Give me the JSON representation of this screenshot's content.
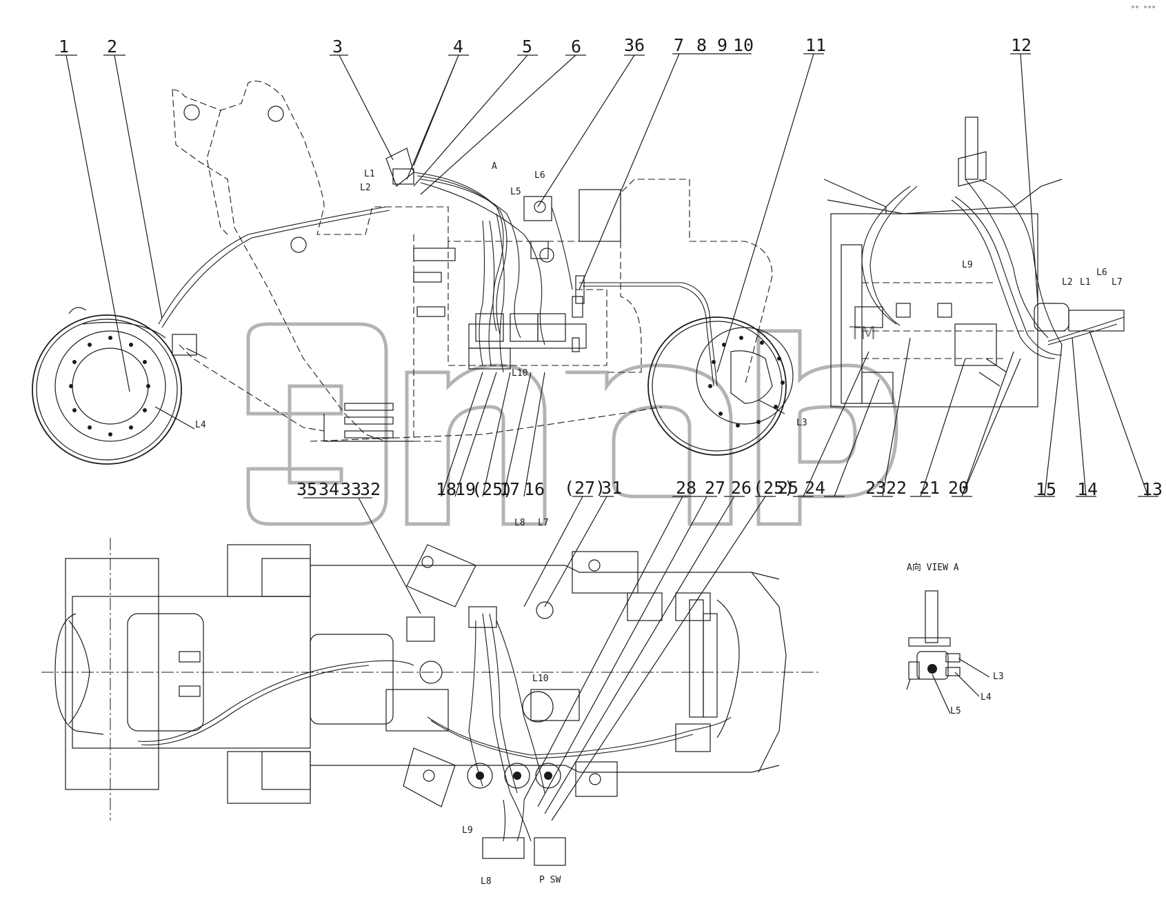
{
  "corner_mark": "°° °°°",
  "top_callouts": [
    "1",
    "2",
    "3",
    "4",
    "5",
    "6",
    "36",
    "7",
    "8",
    "9",
    "10",
    "11",
    "12"
  ],
  "bottom_callouts_left": [
    "35",
    "34",
    "33",
    "32"
  ],
  "mid_callouts": [
    "18",
    "19",
    "(25)",
    "17",
    "16",
    "(27)",
    "31",
    "28",
    "27",
    "26",
    "(25)",
    "25",
    "24",
    "23",
    "22",
    "21",
    "20",
    "15",
    "14",
    "13"
  ],
  "port_labels": {
    "L1": "L1",
    "L2": "L2",
    "L3": "L3",
    "L4": "L4",
    "L5": "L5",
    "L6": "L6",
    "L7": "L7",
    "L8": "L8",
    "L9": "L9",
    "L10": "L10",
    "A": "A",
    "PSW": "P SW",
    "L1r": "L1",
    "L2r": "L2",
    "L6r": "L6",
    "L7r": "L7",
    "L9r": "L9",
    "L10b": "L10",
    "L7b": "L7",
    "L8b": "L8",
    "L8c": "L8",
    "L9c": "L9",
    "L3v": "L3",
    "L4v": "L4",
    "L5v": "L5"
  },
  "view_title": "A向  VIEW A",
  "watermark": {
    "logo_text": "TM"
  }
}
